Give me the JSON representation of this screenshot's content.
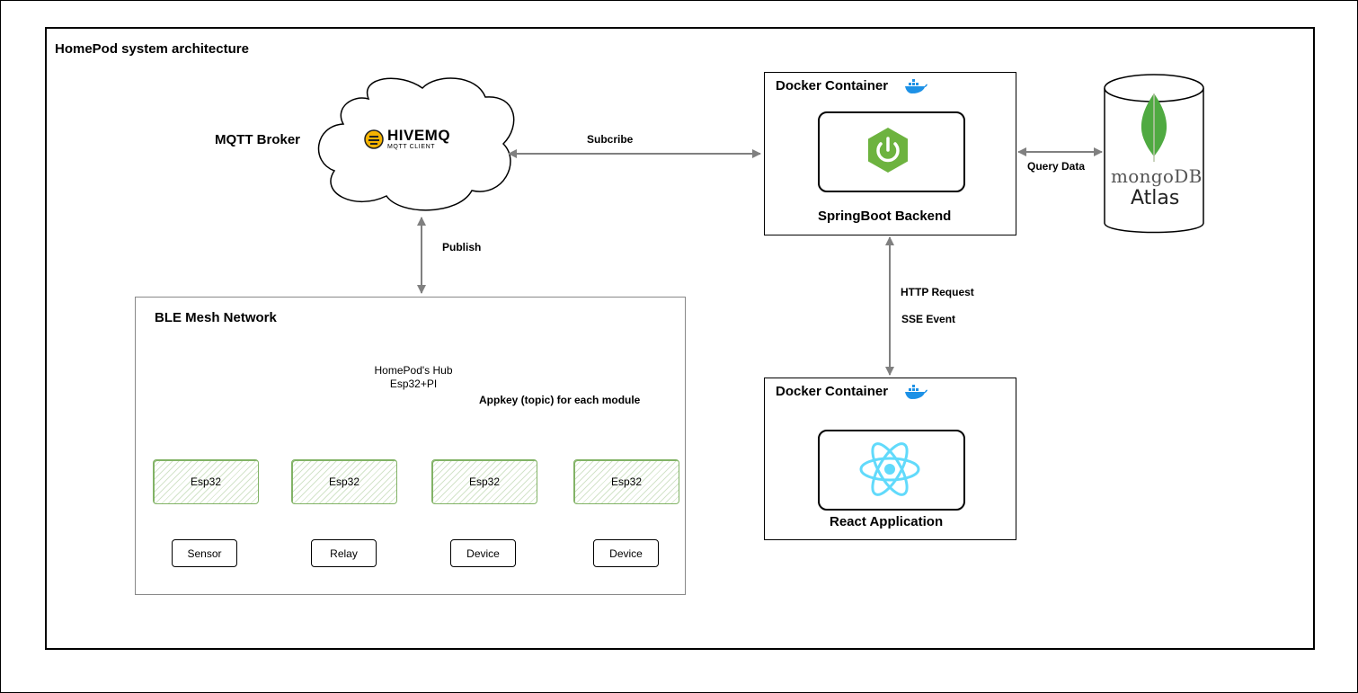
{
  "title": "HomePod system architecture",
  "mqtt": {
    "label": "MQTT Broker",
    "logo_main": "HIVEMQ",
    "logo_sub": "MQTT CLIENT"
  },
  "edges": {
    "subscribe": "Subcribe",
    "publish": "Publish",
    "query": "Query Data",
    "http": "HTTP Request",
    "sse": "SSE Event"
  },
  "backend": {
    "container_label": "Docker Container",
    "app_label": "SpringBoot Backend"
  },
  "frontend": {
    "container_label": "Docker Container",
    "app_label": "React Application"
  },
  "database": {
    "brand": "mongoDB",
    "product": "Atlas"
  },
  "ble": {
    "title": "BLE Mesh Network",
    "hub_line1": "HomePod's Hub",
    "hub_line2": "Esp32+PI",
    "appkey_note": "Appkey (topic) for each module",
    "modules": [
      {
        "node": "Esp32",
        "leaf": "Sensor"
      },
      {
        "node": "Esp32",
        "leaf": "Relay"
      },
      {
        "node": "Esp32",
        "leaf": "Device"
      },
      {
        "node": "Esp32",
        "leaf": "Device"
      }
    ]
  },
  "colors": {
    "connector": "#808080",
    "spring_green": "#6db33f",
    "react_blue": "#61dafb",
    "mongo_green": "#4faa41",
    "docker_blue": "#1d91e6",
    "hatch_green": "#82b366"
  },
  "icons": [
    "hivemq-logo-icon",
    "docker-whale-icon",
    "spring-power-icon",
    "react-atom-icon",
    "mongodb-leaf-icon"
  ]
}
